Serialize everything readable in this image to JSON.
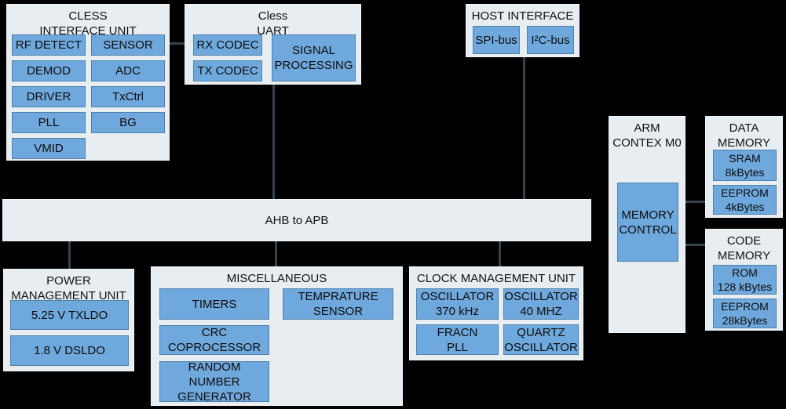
{
  "colors": {
    "background": "#000000",
    "panel_fill": "#e8edf1",
    "module_fill": "#6fa8dc",
    "module_border": "#4f82ab",
    "connector": "#37424d",
    "text": "#111111"
  },
  "bus": {
    "label": "AHB to APB"
  },
  "panels": {
    "cless_interface_unit": {
      "title": "CLESS\nINTERFACE UNIT",
      "modules": {
        "rf_detect": "RF DETECT",
        "sensor": "SENSOR",
        "demod": "DEMOD",
        "adc": "ADC",
        "driver": "DRIVER",
        "txctrl": "TxCtrl",
        "pll": "PLL",
        "bg": "BG",
        "vmid": "VMID"
      }
    },
    "cless_uart": {
      "title": "Cless\nUART",
      "modules": {
        "rx_codec": "RX CODEC",
        "tx_codec": "TX CODEC",
        "signal_processing": "SIGNAL\nPROCESSING"
      }
    },
    "host_interface": {
      "title": "HOST INTERFACE",
      "modules": {
        "spi_bus": "SPI-bus",
        "i2c_bus": "I²C-bus"
      }
    },
    "arm_contex_m0": {
      "title": "ARM\nCONTEX M0",
      "modules": {
        "memory_control": "MEMORY\nCONTROL"
      }
    },
    "data_memory": {
      "title": "DATA\nMEMORY",
      "modules": {
        "sram": "SRAM\n8kBytes",
        "eeprom": "EEPROM\n4kBytes"
      }
    },
    "code_memory": {
      "title": "CODE\nMEMORY",
      "modules": {
        "rom": "ROM\n128 kBytes",
        "eeprom": "EEPROM\n28kBytes"
      }
    },
    "power_management_unit": {
      "title": "POWER\nMANAGEMENT UNIT",
      "modules": {
        "txldo": "5.25 V TXLDO",
        "dsldo": "1.8 V DSLDO"
      }
    },
    "miscellaneous": {
      "title": "MISCELLANEOUS",
      "modules": {
        "timers": "TIMERS",
        "temperature_sensor": "TEMPRATURE\nSENSOR",
        "crc_coprocessor": "CRC\nCOPROCESSOR",
        "random_number_generator": "RANDOM\nNUMBER\nGENERATOR"
      }
    },
    "clock_management_unit": {
      "title": "CLOCK MANAGEMENT UNIT",
      "modules": {
        "oscillator_370khz": "OSCILLATOR\n370 kHz",
        "oscillator_40mhz": "OSCILLATOR\n40 MHZ",
        "fracn_pll": "FRACN\nPLL",
        "quartz_oscillator": "QUARTZ\nOSCILLATOR"
      }
    }
  }
}
